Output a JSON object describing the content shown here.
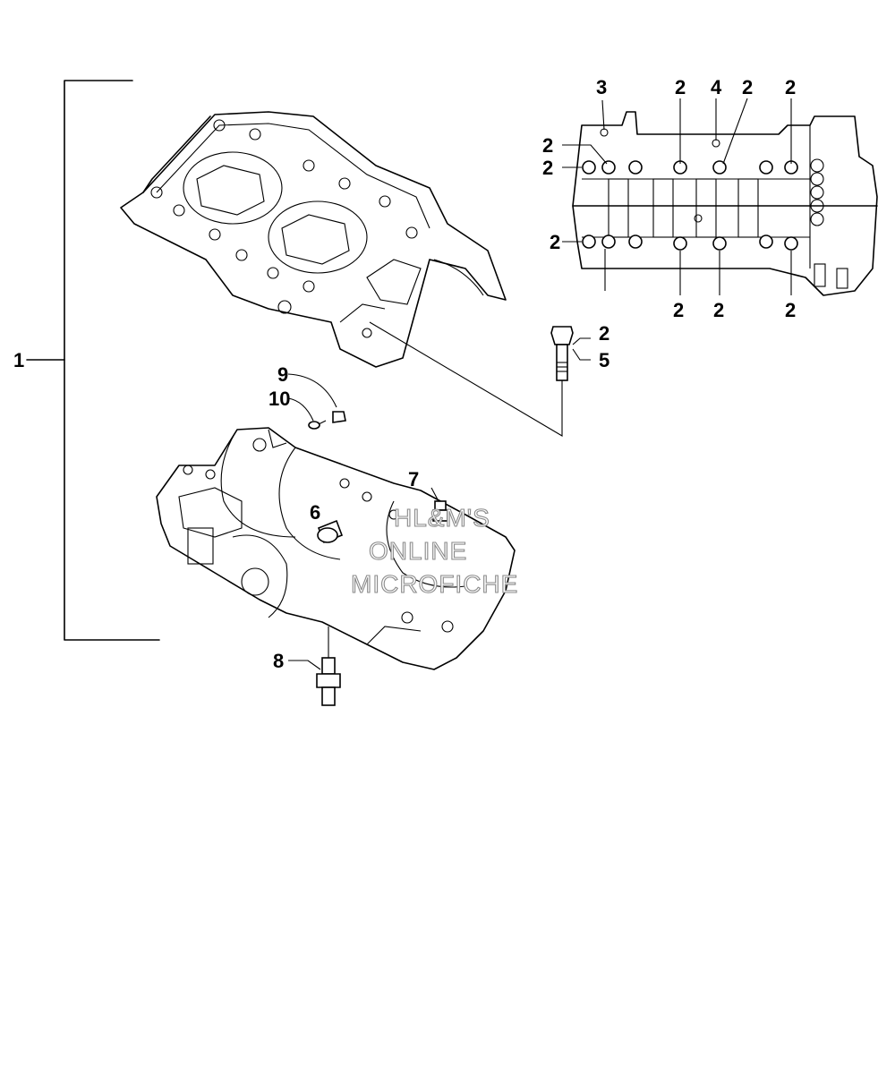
{
  "callouts": {
    "c1": "1",
    "c2_top_a": "2",
    "c2_top_b": "2",
    "c2_top_c": "2",
    "c2_left_a": "2",
    "c2_left_b": "2",
    "c2_left_c": "2",
    "c2_bottom_a": "2",
    "c2_bottom_b": "2",
    "c2_bottom_c": "2",
    "c2_bolt": "2",
    "c3": "3",
    "c4": "4",
    "c5": "5",
    "c6": "6",
    "c7": "7",
    "c8": "8",
    "c9": "9",
    "c10": "10"
  },
  "watermark": {
    "line1": "HL&M'S",
    "line2": "ONLINE",
    "line3": "MICROFICHE"
  }
}
